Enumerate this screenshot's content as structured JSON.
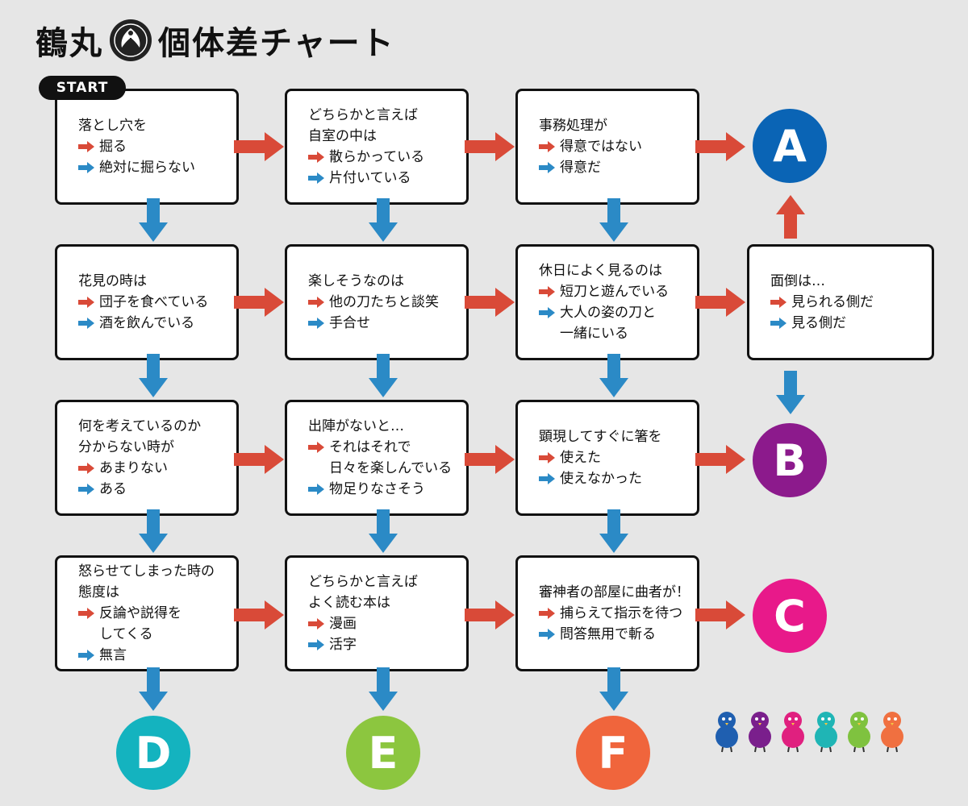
{
  "title": {
    "text_left": "鶴丸",
    "text_right": "個体差チャート",
    "crest_icon": "crane-crest-icon"
  },
  "start_label": "START",
  "colors": {
    "background": "#e6e6e6",
    "red_arrow": "#d94a38",
    "blue_arrow": "#2b8ac6",
    "result_A": "#0a64b5",
    "result_B": "#8c1a8c",
    "result_C": "#e8198a",
    "result_D": "#14b3bf",
    "result_E": "#8cc63f",
    "result_F": "#f0653c"
  },
  "boxes": {
    "r1c1": {
      "lines": [
        "落とし穴を"
      ],
      "options": [
        {
          "color": "red",
          "text": "掘る"
        },
        {
          "color": "blue",
          "text": "絶対に掘らない"
        }
      ]
    },
    "r1c2": {
      "lines": [
        "どちらかと言えば",
        "自室の中は"
      ],
      "options": [
        {
          "color": "red",
          "text": "散らかっている"
        },
        {
          "color": "blue",
          "text": "片付いている"
        }
      ]
    },
    "r1c3": {
      "lines": [
        "事務処理が"
      ],
      "options": [
        {
          "color": "red",
          "text": "得意ではない"
        },
        {
          "color": "blue",
          "text": "得意だ"
        }
      ]
    },
    "r2c1": {
      "lines": [
        "花見の時は"
      ],
      "options": [
        {
          "color": "red",
          "text": "団子を食べている"
        },
        {
          "color": "blue",
          "text": "酒を飲んでいる"
        }
      ]
    },
    "r2c2": {
      "lines": [
        "楽しそうなのは"
      ],
      "options": [
        {
          "color": "red",
          "text": "他の刀たちと談笑"
        },
        {
          "color": "blue",
          "text": "手合せ"
        }
      ]
    },
    "r2c3": {
      "lines": [
        "休日によく見るのは"
      ],
      "options": [
        {
          "color": "red",
          "text": "短刀と遊んでいる"
        },
        {
          "color": "blue",
          "text": "大人の姿の刀と\n一緒にいる"
        }
      ]
    },
    "r2c4": {
      "lines": [
        "面倒は…"
      ],
      "options": [
        {
          "color": "red",
          "text": "見られる側だ"
        },
        {
          "color": "blue",
          "text": "見る側だ"
        }
      ]
    },
    "r3c1": {
      "lines": [
        "何を考えているのか",
        "分からない時が"
      ],
      "options": [
        {
          "color": "red",
          "text": "あまりない"
        },
        {
          "color": "blue",
          "text": "ある"
        }
      ]
    },
    "r3c2": {
      "lines": [
        "出陣がないと…"
      ],
      "options": [
        {
          "color": "red",
          "text": "それはそれで\n日々を楽しんでいる"
        },
        {
          "color": "blue",
          "text": "物足りなさそう"
        }
      ]
    },
    "r3c3": {
      "lines": [
        "顕現してすぐに箸を"
      ],
      "options": [
        {
          "color": "red",
          "text": "使えた"
        },
        {
          "color": "blue",
          "text": "使えなかった"
        }
      ]
    },
    "r4c1": {
      "lines": [
        "怒らせてしまった時の",
        "態度は"
      ],
      "options": [
        {
          "color": "red",
          "text": "反論や説得を\nしてくる"
        },
        {
          "color": "blue",
          "text": "無言"
        }
      ]
    },
    "r4c2": {
      "lines": [
        "どちらかと言えば",
        "よく読む本は"
      ],
      "options": [
        {
          "color": "red",
          "text": "漫画"
        },
        {
          "color": "blue",
          "text": "活字"
        }
      ]
    },
    "r4c3": {
      "lines": [
        "審神者の部屋に曲者が！"
      ],
      "options": [
        {
          "color": "red",
          "text": "捕らえて指示を待つ"
        },
        {
          "color": "blue",
          "text": "問答無用で斬る"
        }
      ]
    }
  },
  "results": {
    "A": "A",
    "B": "B",
    "C": "C",
    "D": "D",
    "E": "E",
    "F": "F"
  },
  "mascots": [
    {
      "color": "#1f5fb0",
      "icon": "bird-mascot-icon"
    },
    {
      "color": "#7a1f8c",
      "icon": "bird-mascot-icon"
    },
    {
      "color": "#e0207f",
      "icon": "bird-mascot-icon"
    },
    {
      "color": "#1fb5b5",
      "icon": "bird-mascot-icon"
    },
    {
      "color": "#7fc23f",
      "icon": "bird-mascot-icon"
    },
    {
      "color": "#f07040",
      "icon": "bird-mascot-icon"
    }
  ]
}
